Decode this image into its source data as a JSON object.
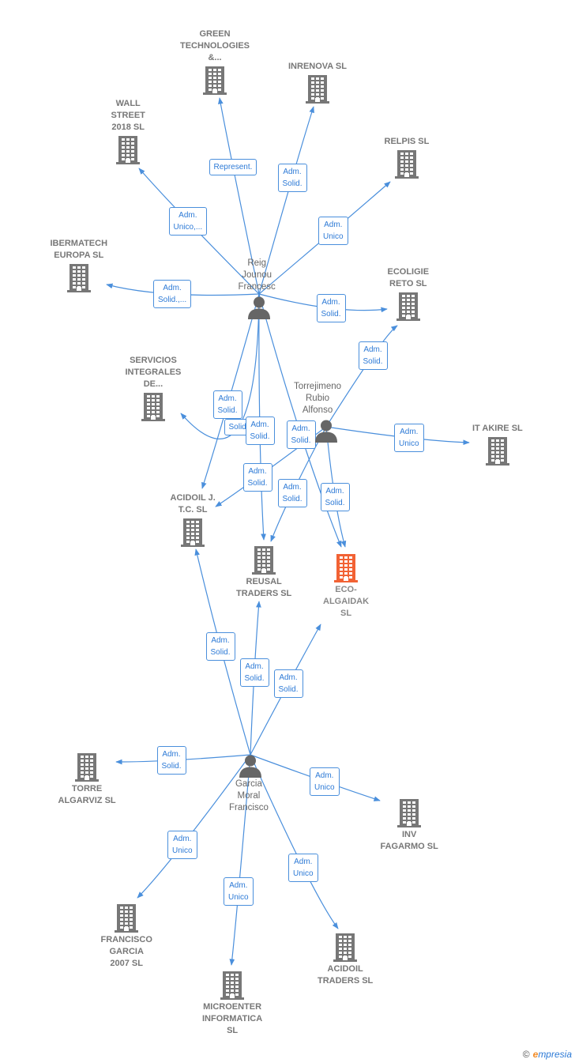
{
  "colors": {
    "edge": "#4a8fdc",
    "building": "#777777",
    "highlight": "#f26234",
    "person": "#666666"
  },
  "companies": [
    {
      "id": "green",
      "label": "GREEN\nTECHNOLOGIES\n&..."
    },
    {
      "id": "inrenova",
      "label": "INRENOVA  SL"
    },
    {
      "id": "wallstreet",
      "label": "WALL\nSTREET\n2018  SL"
    },
    {
      "id": "relpis",
      "label": "RELPIS  SL"
    },
    {
      "id": "ibermatech",
      "label": "IBERMATECH\nEUROPA  SL"
    },
    {
      "id": "ecoligie",
      "label": "ECOLIGIE\nRETO  SL"
    },
    {
      "id": "servicios",
      "label": "SERVICIOS\nINTEGRALES\nDE..."
    },
    {
      "id": "itakire",
      "label": "IT AKIRE  SL"
    },
    {
      "id": "acidoiljtc",
      "label": "ACIDOIL J.\nT.C.  SL"
    },
    {
      "id": "reusal",
      "label": "REUSAL\nTRADERS  SL"
    },
    {
      "id": "eco",
      "label": "ECO-\nALGAIDAK\nSL",
      "highlight": true
    },
    {
      "id": "torre",
      "label": "TORRE\nALGARVIZ SL"
    },
    {
      "id": "invfagarmo",
      "label": "INV\nFAGARMO SL"
    },
    {
      "id": "franciscogarcia",
      "label": "FRANCISCO\nGARCIA\n2007 SL"
    },
    {
      "id": "acidoiltraders",
      "label": "ACIDOIL\nTRADERS  SL"
    },
    {
      "id": "microenter",
      "label": "MICROENTER\nINFORMATICA\nSL"
    }
  ],
  "people": [
    {
      "id": "reig",
      "label": "Reig\nJounou\nFrancesc"
    },
    {
      "id": "torrejimeno",
      "label": "Torrejimeno\nRubio\nAlfonso"
    },
    {
      "id": "garcia",
      "label": "Garcia\nMoral\nFrancisco"
    }
  ],
  "edges": [
    {
      "from": "reig",
      "to": "green",
      "label": "Represent."
    },
    {
      "from": "reig",
      "to": "inrenova",
      "label": "Adm.\nSolid."
    },
    {
      "from": "reig",
      "to": "wallstreet",
      "label": "Adm.\nUnico,..."
    },
    {
      "from": "reig",
      "to": "relpis",
      "label": "Adm.\nUnico"
    },
    {
      "from": "reig",
      "to": "ibermatech",
      "label": "Adm.\nSolid.,..."
    },
    {
      "from": "reig",
      "to": "ecoligie",
      "label": "Adm.\nSolid."
    },
    {
      "from": "torrejimeno",
      "to": "ecoligie",
      "label": "Adm.\nSolid."
    },
    {
      "from": "reig",
      "to": "acidoiljtc",
      "label": "Adm.\nSolid."
    },
    {
      "from": "reig",
      "to": "servicios",
      "label": "Solid."
    },
    {
      "from": "reig",
      "to": "reusal",
      "label": "Adm.\nSolid."
    },
    {
      "from": "reig",
      "to": "eco",
      "label": "Adm.\nSolid."
    },
    {
      "from": "torrejimeno",
      "to": "itakire",
      "label": "Adm.\nUnico"
    },
    {
      "from": "torrejimeno",
      "to": "acidoiljtc",
      "label": "Adm.\nSolid."
    },
    {
      "from": "torrejimeno",
      "to": "reusal",
      "label": "Adm.\nSolid."
    },
    {
      "from": "torrejimeno",
      "to": "eco",
      "label": "Adm.\nSolid."
    },
    {
      "from": "garcia",
      "to": "acidoiljtc",
      "label": "Adm.\nSolid."
    },
    {
      "from": "garcia",
      "to": "reusal",
      "label": "Adm.\nSolid."
    },
    {
      "from": "garcia",
      "to": "eco",
      "label": "Adm.\nSolid."
    },
    {
      "from": "garcia",
      "to": "torre",
      "label": "Adm.\nSolid."
    },
    {
      "from": "garcia",
      "to": "invfagarmo",
      "label": "Adm.\nUnico"
    },
    {
      "from": "garcia",
      "to": "franciscogarcia",
      "label": "Adm.\nUnico"
    },
    {
      "from": "garcia",
      "to": "microenter",
      "label": "Adm.\nUnico"
    },
    {
      "from": "garcia",
      "to": "acidoiltraders",
      "label": "Adm.\nUnico"
    }
  ],
  "footer": {
    "copyright": "©",
    "brand_initial": "e",
    "brand_rest": "mpresia"
  }
}
